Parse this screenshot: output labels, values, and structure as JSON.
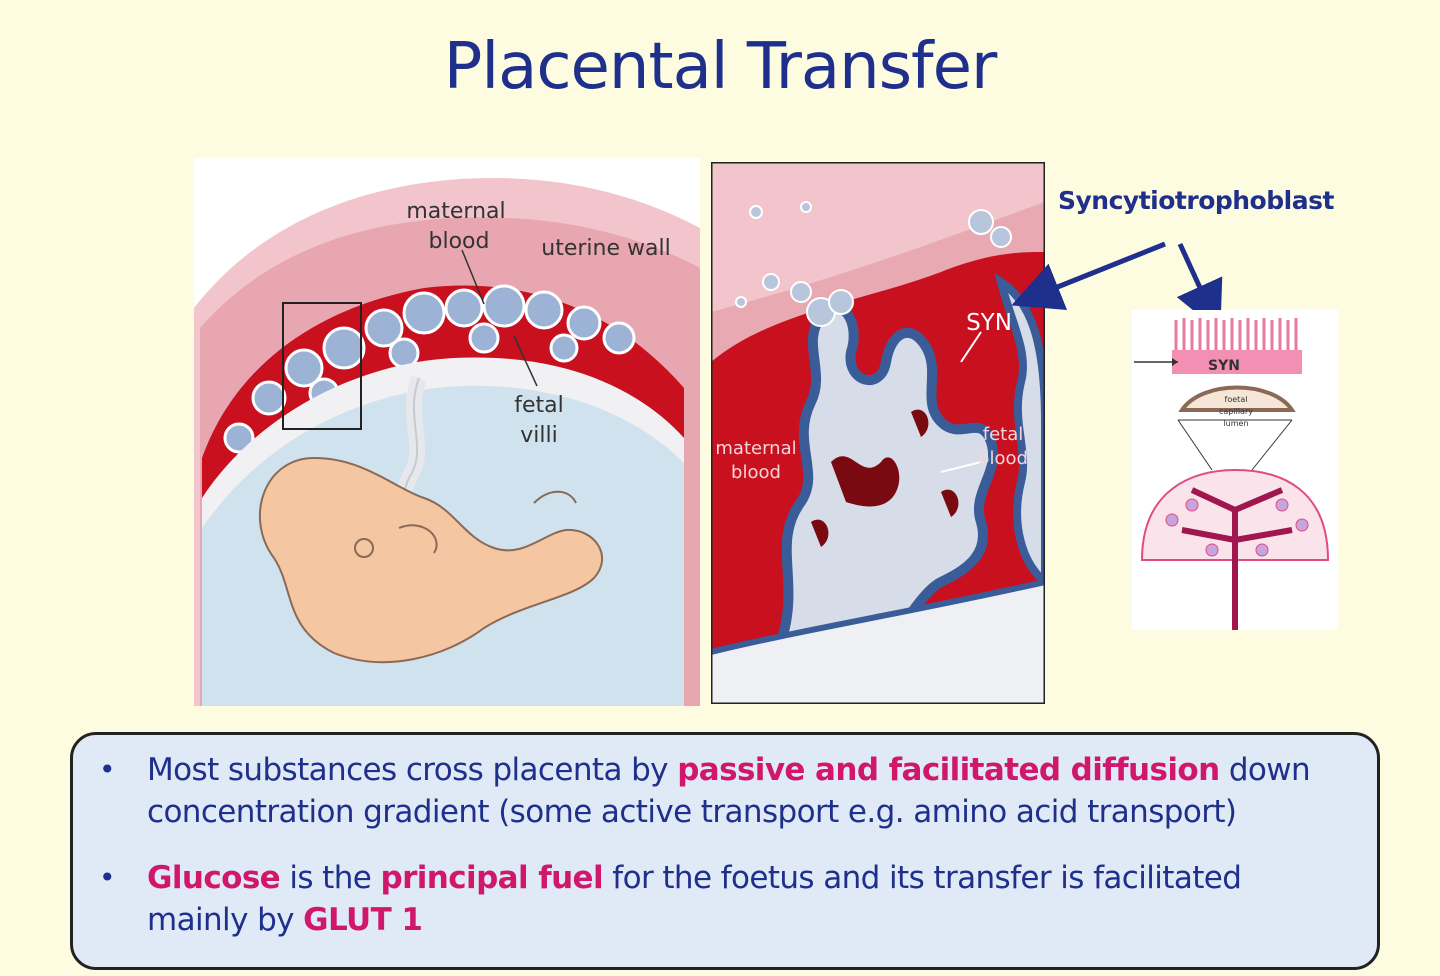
{
  "title": "Placental Transfer",
  "figure": {
    "left_labels": {
      "maternal_blood_line1": "maternal",
      "maternal_blood_line2": "blood",
      "uterine_wall": "uterine wall",
      "fetal_villi_line1": "fetal",
      "fetal_villi_line2": "villi"
    },
    "mid_labels": {
      "syn": "SYN",
      "maternal_blood_line1": "maternal",
      "maternal_blood_line2": "blood",
      "fetal_blood_line1": "fetal",
      "fetal_blood_line2": "blood"
    },
    "right_labels": {
      "syn": "SYN",
      "foetal_line1": "foetal",
      "foetal_line2": "capillary",
      "foetal_line3": "lumen"
    },
    "callout": "Syncytiotrophoblast"
  },
  "bullets": [
    {
      "seg1": "Most substances cross placenta by ",
      "hl1": "passive and facilitated diffusion",
      "seg2": " down concentration gradient (some active transport e.g. amino acid transport)"
    },
    {
      "hl1": "Glucose",
      "seg1": " is the ",
      "hl2": "principal fuel",
      "seg2": " for the foetus and its transfer is facilitated mainly by ",
      "hl3": "GLUT 1"
    }
  ],
  "colors": {
    "background": "#fdfbe0",
    "title": "#1f2f8c",
    "highlight": "#d0176b",
    "box_fill": "#dfeaf6",
    "maternal_blood": "#c8101e"
  }
}
